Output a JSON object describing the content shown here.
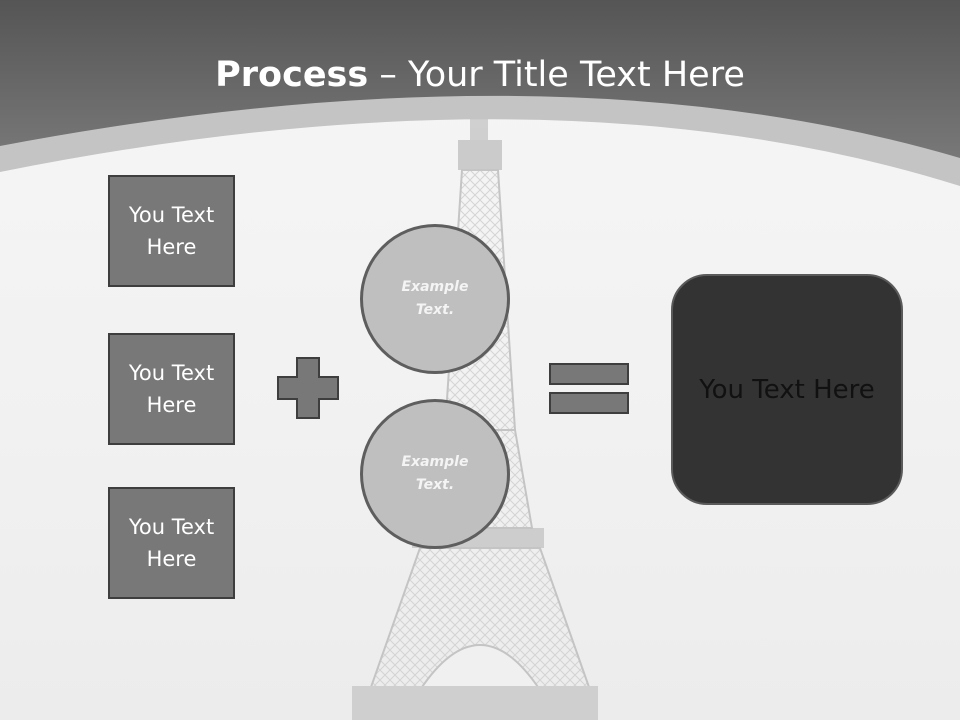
{
  "header": {
    "title_bold": "Process",
    "title_rest": " – Your Title Text Here"
  },
  "left_boxes": [
    {
      "label": "You Text Here"
    },
    {
      "label": "You Text Here"
    },
    {
      "label": "You Text Here"
    }
  ],
  "circles": [
    {
      "label": "Example Text."
    },
    {
      "label": "Example Text."
    }
  ],
  "result": {
    "label": "You Text Here"
  },
  "operators": {
    "plus": "plus-icon",
    "equals": "equals-icon"
  },
  "colors": {
    "header_dark": "#5c5c5c",
    "header_band": "#c4c4c4",
    "box_fill": "#787878",
    "circle_fill": "#bfbfbf",
    "result_fill": "#333333"
  }
}
